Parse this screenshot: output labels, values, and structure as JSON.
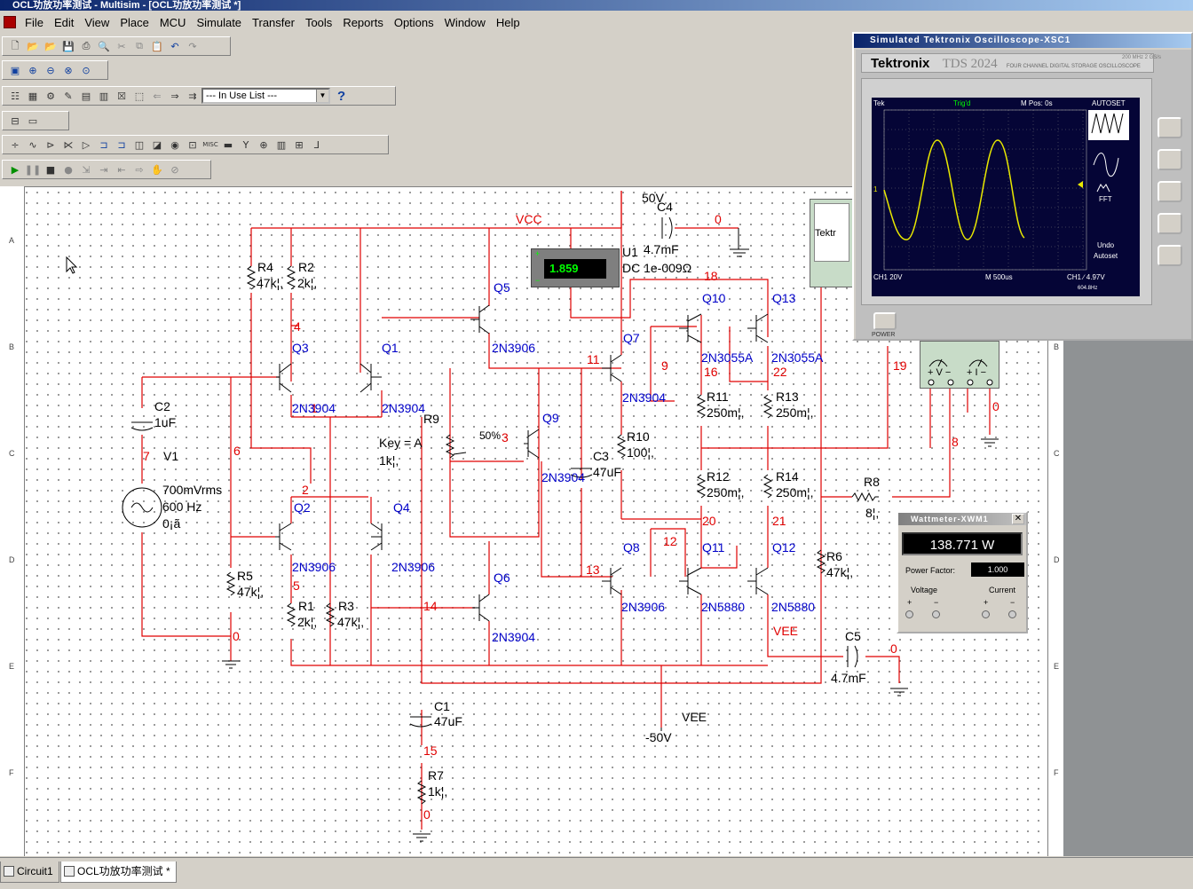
{
  "app": {
    "title": "OCL功放功率测试 - Multisim - [OCL功放功率测试 *]"
  },
  "menu": [
    "File",
    "Edit",
    "View",
    "Place",
    "MCU",
    "Simulate",
    "Transfer",
    "Tools",
    "Reports",
    "Options",
    "Window",
    "Help"
  ],
  "toolbar": {
    "in_use_list": "--- In Use List ---",
    "help_label": "?"
  },
  "tabs": [
    {
      "label": "Circuit1"
    },
    {
      "label": "OCL功放功率测试 *"
    }
  ],
  "ruler_left": [
    "A",
    "B",
    "C",
    "D",
    "E",
    "F"
  ],
  "schematic": {
    "vcc_label": "VCC",
    "vcc_value": "50V",
    "vee_label": "VEE",
    "vee_value": "-50V",
    "node_nums": [
      "0",
      "4",
      "6",
      "7",
      "2",
      "5",
      "0",
      "3",
      "11",
      "9",
      "16",
      "22",
      "19",
      "18",
      "0",
      "8",
      "13",
      "12",
      "20",
      "21",
      "14",
      "15",
      "0",
      "0",
      "1"
    ],
    "parts": {
      "R4": "R4",
      "R4v": "47k¦,",
      "R2": "R2",
      "R2v": "2k¦,",
      "Q3": "Q3",
      "Q3t": "2N3904",
      "Q1": "Q1",
      "Q1t": "2N3904",
      "Q5": "Q5",
      "Q5t": "2N3906",
      "C2": "C2",
      "C2v": "1uF",
      "V1": "V1",
      "V1a": "700mVrms",
      "V1b": "600 Hz",
      "V1c": "0¡ã",
      "R9": "R9",
      "R9k": "Key = A",
      "R9v": "1k¦,",
      "R9p": "50%",
      "Q9": "Q9",
      "Q9t": "2N3904",
      "C3": "C3",
      "C3v": "47uF",
      "Q7": "Q7",
      "Q7t": "2N3904",
      "R10": "R10",
      "R10v": "100¦,",
      "Q10": "Q10",
      "Q10t": "2N3055A",
      "Q13": "Q13",
      "Q13t": "2N3055A",
      "R11": "R11",
      "R11v": "250m¦,",
      "R13": "R13",
      "R13v": "250m¦,",
      "R12": "R12",
      "R12v": "250m¦,",
      "R14": "R14",
      "R14v": "250m¦,",
      "R8": "R8",
      "R8v": "8¦,",
      "R6": "R6",
      "R6v": "47k¦,",
      "C5": "C5",
      "C5v": "4.7mF",
      "C4": "C4",
      "C4v": "4.7mF",
      "U1": "U1",
      "U1a": "DC  1e-009Ω",
      "Q2": "Q2",
      "Q2t": "2N3906",
      "Q4": "Q4",
      "Q4t": "2N3906",
      "R5": "R5",
      "R5v": "47k¦,",
      "R1": "R1",
      "R1v": "2k¦,",
      "R3": "R3",
      "R3v": "47k¦,",
      "Q6": "Q6",
      "Q6t": "2N3904",
      "Q8": "Q8",
      "Q8t": "2N3906",
      "Q11": "Q11",
      "Q11t": "2N5880",
      "Q12": "Q12",
      "Q12t": "2N5880",
      "C1": "C1",
      "C1v": "47uF",
      "R7": "R7",
      "R7v": "1k¦,"
    },
    "meter_value": "1.859"
  },
  "oscilloscope": {
    "title": "Simulated Tektronix Oscilloscope-XSC1",
    "brand": "Tektronix",
    "model": "TDS 2024",
    "sub": "FOUR CHANNEL DIGITAL STORAGE OSCILLOSCOPE",
    "spec": "200 MHz 2 GS/s",
    "screen": {
      "tek": "Tek",
      "trig": "Trig'd",
      "mpos": "M Pos: 0s",
      "autoset": "AUTOSET",
      "fft": "FFT",
      "undo": "Undo",
      "autoset2": "Autoset",
      "ch1": "CH1  20V",
      "time": "M 500us",
      "ch1r": "CH1 ∕ 4.97V",
      "freq": "604.8Hz"
    },
    "power": "POWER",
    "icon_label": "Tektr"
  },
  "wattmeter": {
    "title": "Wattmeter-XWM1",
    "value": "138.771 W",
    "pf_label": "Power Factor:",
    "pf_value": "1.000",
    "voltage": "Voltage",
    "current": "Current",
    "close": "✕"
  },
  "colors": {
    "wire": "#e00000",
    "part": "#0000c8",
    "label": "#000000",
    "titlebar": "#0a246a"
  }
}
